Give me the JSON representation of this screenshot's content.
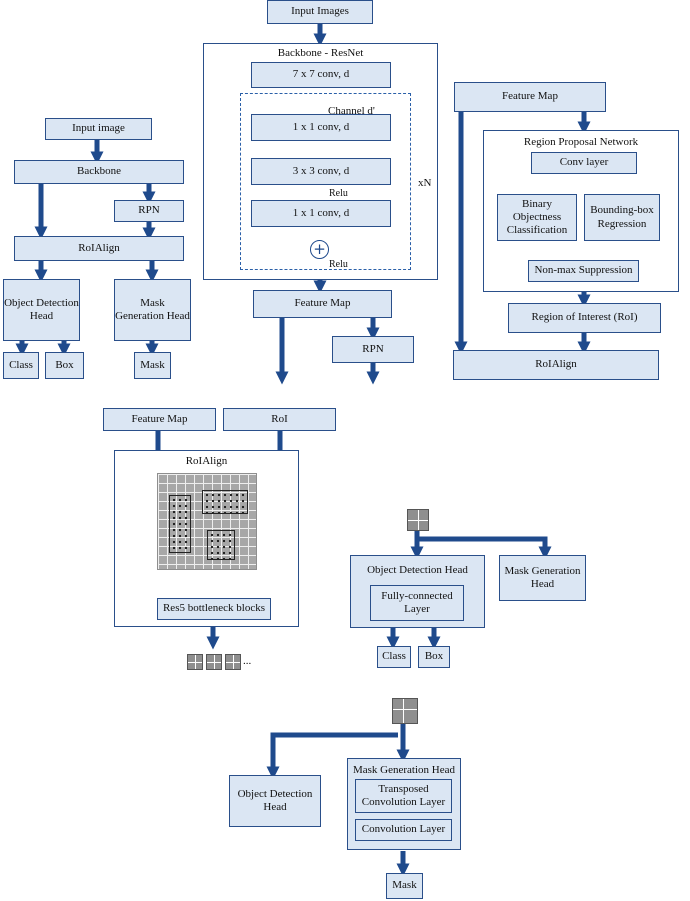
{
  "top_backbone": {
    "input_images": "Input Images",
    "backbone_title": "Backbone - ResNet",
    "conv7": "7 x 7 conv, d",
    "channel": "Channel d'",
    "conv1a": "1 x 1 conv, d",
    "conv3": "3 x 3 conv, d",
    "relu1": "Relu",
    "conv1b": "1 x 1 conv, d",
    "plus": "+",
    "relu2": "Relu",
    "xn": "xN",
    "feature_map": "Feature Map",
    "rpn": "RPN"
  },
  "overview": {
    "input_image": "Input image",
    "backbone": "Backbone",
    "rpn": "RPN",
    "roialign": "RoIAlign",
    "object_detection_head": "Object Detection Head",
    "mask_generation_head": "Mask Generation Head",
    "class": "Class",
    "box": "Box",
    "mask": "Mask"
  },
  "rpn_panel": {
    "feature_map": "Feature Map",
    "title": "Region Proposal Network",
    "conv_layer": "Conv layer",
    "binary": "Binary Objectness Classification",
    "bbox": "Bounding-box Regression",
    "nms": "Non-max Suppression",
    "roi": "Region of Interest (RoI)",
    "roialign": "RoIAlign"
  },
  "roialign_panel": {
    "feature_map": "Feature Map",
    "roi": "RoI",
    "title": "RoIAlign",
    "res5": "Res5 bottleneck blocks",
    "ellipsis": "..."
  },
  "det_head_panel": {
    "object_detection_head": "Object Detection Head",
    "fully_connected": "Fully-connected Layer",
    "mask_generation_head": "Mask Generation Head",
    "class": "Class",
    "box": "Box"
  },
  "mask_head_panel": {
    "object_detection_head": "Object Detection Head",
    "mask_generation_head": "Mask Generation Head",
    "transposed_conv": "Transposed Convolution Layer",
    "conv_layer": "Convolution Layer",
    "mask": "Mask"
  },
  "colors": {
    "box_fill": "#dbe6f3",
    "box_border": "#2a4f8a",
    "arrow": "#1f4a8c"
  }
}
